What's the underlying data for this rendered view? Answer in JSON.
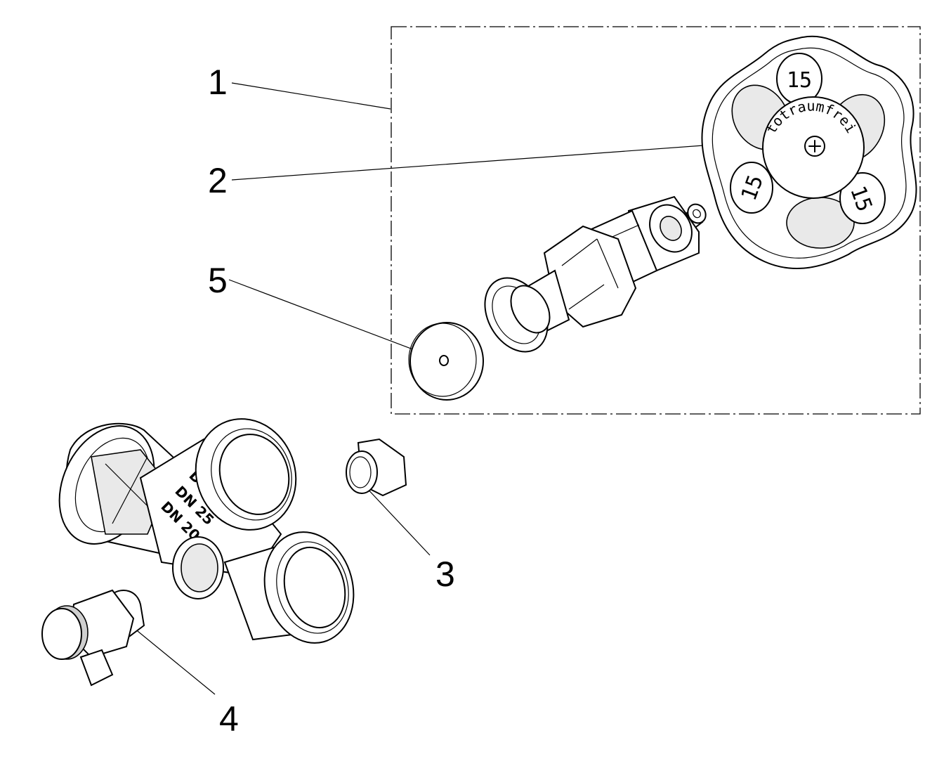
{
  "diagram": {
    "callouts": {
      "c1": "1",
      "c2": "2",
      "c3": "3",
      "c4": "4",
      "c5": "5"
    },
    "knob_text": "totraumfrei",
    "knob_numbers": [
      "15",
      "15",
      "15"
    ],
    "body_marking": [
      "DN 20",
      "DN 25",
      "DN 32"
    ]
  }
}
